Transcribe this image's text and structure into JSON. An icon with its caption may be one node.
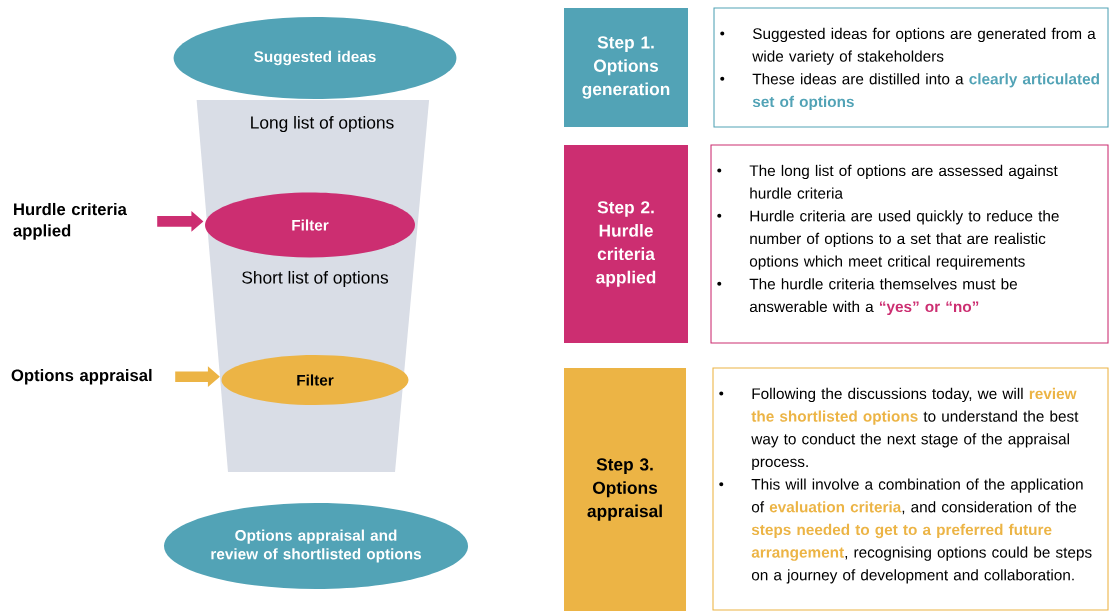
{
  "diagram": {
    "nodes": [
      {
        "text": [
          "Long list of options",
          "Short list of options"
        ]
      },
      {
        "text": [
          "Suggested ideas"
        ]
      },
      {
        "text": [
          "Filter"
        ],
        "in": 0
      },
      {
        "text": [
          "Filter"
        ],
        "in": 0
      },
      {
        "text": [
          "Options appraisal and review of shortlisted options"
        ]
      },
      {
        "text": [
          "Hurdle criteria applied"
        ]
      },
      {
        "text": [
          "Options appraisal"
        ]
      },
      {
        "text": [
          "Step 1. Options generation"
        ]
      },
      {
        "text": [
          "Suggested ideas for options are generated from a wide variety of stakeholders",
          "These ideas are distilled into a **clearly articulated set of options**"
        ]
      },
      {
        "text": [
          "Step 2. Hurdle criteria applied"
        ]
      },
      {
        "text": [
          "The long list of options are assessed against hurdle criteria",
          "Hurdle criteria are used quickly to reduce the number of options to a set that are realistic options which meet critical requirements",
          "The hurdle criteria themselves must be answerable with a **“yes” or “no”**"
        ]
      },
      {
        "text": [
          "Step 3. Options appraisal"
        ]
      },
      {
        "text": [
          "Following the discussions today, we will **review the shortlisted options** to understand the best way to conduct the next stage of the appraisal process.",
          "This will involve a combination of the application of **evaluation criteria**, and consideration of the **steps needed to get to a preferred future arrangement**, recognising options could be steps on a journey of development and collaboration."
        ]
      }
    ],
    "edges": [
      {
        "from": 5,
        "to": 2,
        "arrow": "to",
        "color": "#cc2e71"
      },
      {
        "from": 6,
        "to": 3,
        "arrow": "to",
        "color": "#ecb445"
      }
    ]
  }
}
